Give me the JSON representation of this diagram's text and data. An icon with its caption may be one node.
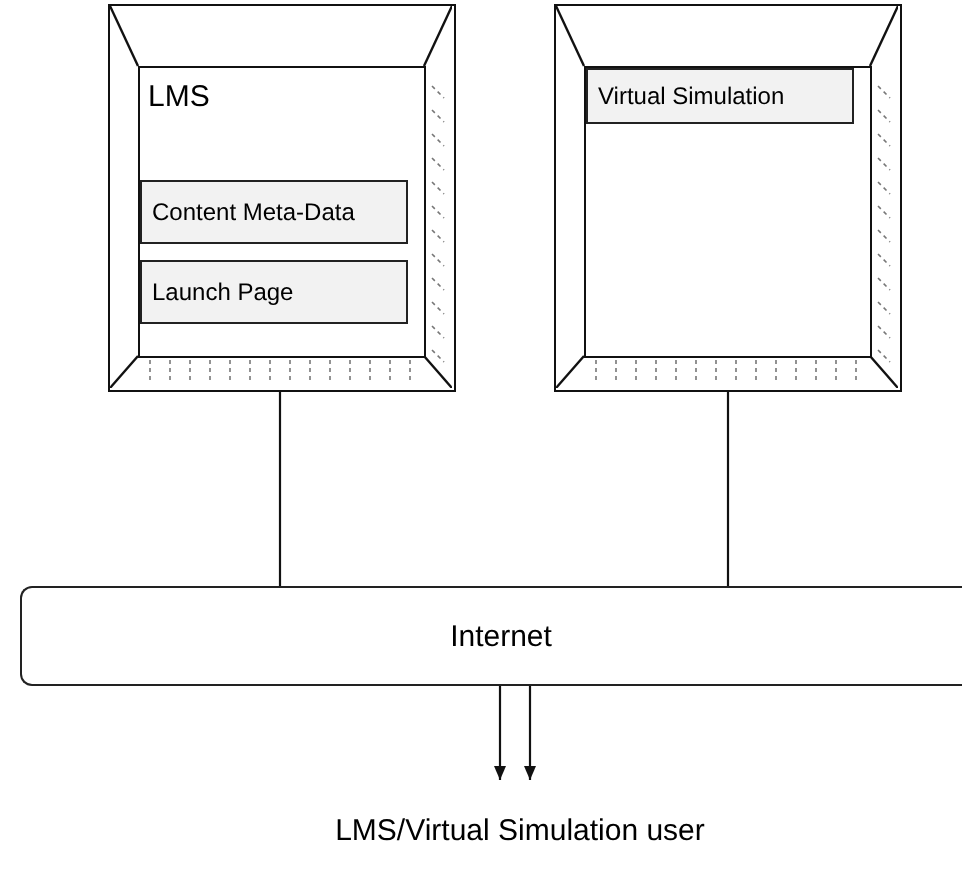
{
  "diagram": {
    "nodes": [
      {
        "text": [
          "LMS"
        ]
      },
      {
        "text": [
          "Content Meta-Data"
        ],
        "in": 0
      },
      {
        "text": [
          "Launch Page"
        ],
        "in": 0
      },
      {
        "text": [],
        "shape": "box"
      },
      {
        "text": [
          "Virtual Simulation"
        ],
        "in": 3
      },
      {
        "text": [
          "Internet"
        ]
      },
      {
        "text": [
          "LMS/Virtual Simulation user"
        ]
      }
    ],
    "edges": [
      {
        "from": 0,
        "to": 5,
        "arrow": "none"
      },
      {
        "from": 3,
        "to": 5,
        "arrow": "none"
      },
      {
        "from": 5,
        "to": 6,
        "arrow": "to"
      },
      {
        "from": 5,
        "to": 6,
        "arrow": "to"
      }
    ]
  }
}
